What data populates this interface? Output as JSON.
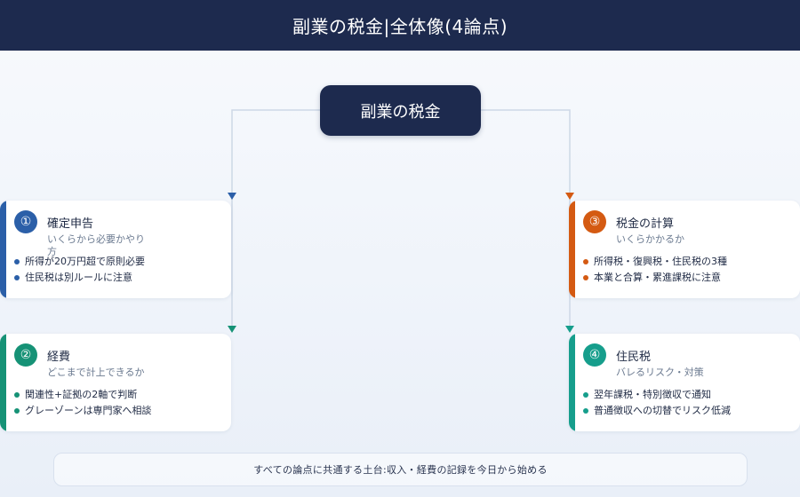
{
  "header": {
    "title": "副業の税金|全体像(4論点)"
  },
  "root": {
    "label": "副業の税金"
  },
  "cards": [
    {
      "badge": "①",
      "title": "確定申告",
      "subtitle": "いくらから必要かやり方",
      "points": [
        "所得が20万円超で原則必要",
        "住民税は別ルールに注意"
      ],
      "color": "#2b5fa8"
    },
    {
      "badge": "②",
      "title": "経費",
      "subtitle": "どこまで計上できるか",
      "points": [
        "関連性+証拠の2軸で判断",
        "グレーゾーンは専門家へ相談"
      ],
      "color": "#169276"
    },
    {
      "badge": "③",
      "title": "税金の計算",
      "subtitle": "いくらかかるか",
      "points": [
        "所得税・復興税・住民税の3種",
        "本業と合算・累進課税に注意"
      ],
      "color": "#d45a12"
    },
    {
      "badge": "④",
      "title": "住民税",
      "subtitle": "バレるリスク・対策",
      "points": [
        "翌年課税・特別徴収で通知",
        "普通徴収への切替でリスク低減"
      ],
      "color": "#169e8c"
    }
  ],
  "footer": {
    "text": "すべての論点に共通する土台:収入・経費の記録を今日から始める"
  }
}
